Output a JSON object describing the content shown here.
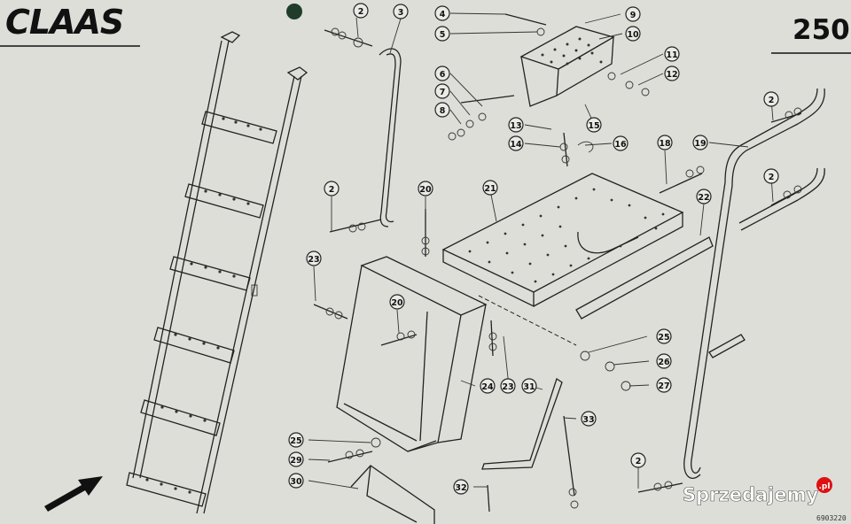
{
  "header": {
    "brand_logo": "CLAAS",
    "page_number": "250"
  },
  "callouts": [
    {
      "id": "c2a",
      "label": "2"
    },
    {
      "id": "c3",
      "label": "3"
    },
    {
      "id": "c4",
      "label": "4"
    },
    {
      "id": "c5",
      "label": "5"
    },
    {
      "id": "c9",
      "label": "9"
    },
    {
      "id": "c10",
      "label": "10"
    },
    {
      "id": "c11",
      "label": "11"
    },
    {
      "id": "c12",
      "label": "12"
    },
    {
      "id": "c6",
      "label": "6"
    },
    {
      "id": "c7",
      "label": "7"
    },
    {
      "id": "c8",
      "label": "8"
    },
    {
      "id": "c13",
      "label": "13"
    },
    {
      "id": "c14",
      "label": "14"
    },
    {
      "id": "c15",
      "label": "15"
    },
    {
      "id": "c16",
      "label": "16"
    },
    {
      "id": "c18",
      "label": "18"
    },
    {
      "id": "c19",
      "label": "19"
    },
    {
      "id": "c2b",
      "label": "2"
    },
    {
      "id": "c2c",
      "label": "2"
    },
    {
      "id": "c2d",
      "label": "2"
    },
    {
      "id": "c20a",
      "label": "20"
    },
    {
      "id": "c21",
      "label": "21"
    },
    {
      "id": "c22",
      "label": "22"
    },
    {
      "id": "c23a",
      "label": "23"
    },
    {
      "id": "c20b",
      "label": "20"
    },
    {
      "id": "c25a",
      "label": "25"
    },
    {
      "id": "c26",
      "label": "26"
    },
    {
      "id": "c27",
      "label": "27"
    },
    {
      "id": "c24",
      "label": "24"
    },
    {
      "id": "c23b",
      "label": "23"
    },
    {
      "id": "c31",
      "label": "31"
    },
    {
      "id": "c33",
      "label": "33"
    },
    {
      "id": "c25b",
      "label": "25"
    },
    {
      "id": "c29",
      "label": "29"
    },
    {
      "id": "c30",
      "label": "30"
    },
    {
      "id": "c32",
      "label": "32"
    },
    {
      "id": "c2e",
      "label": "2"
    }
  ],
  "watermark": "Sprzedajemy",
  "watermark_suffix": ".pl",
  "drawing_code": "6903220"
}
